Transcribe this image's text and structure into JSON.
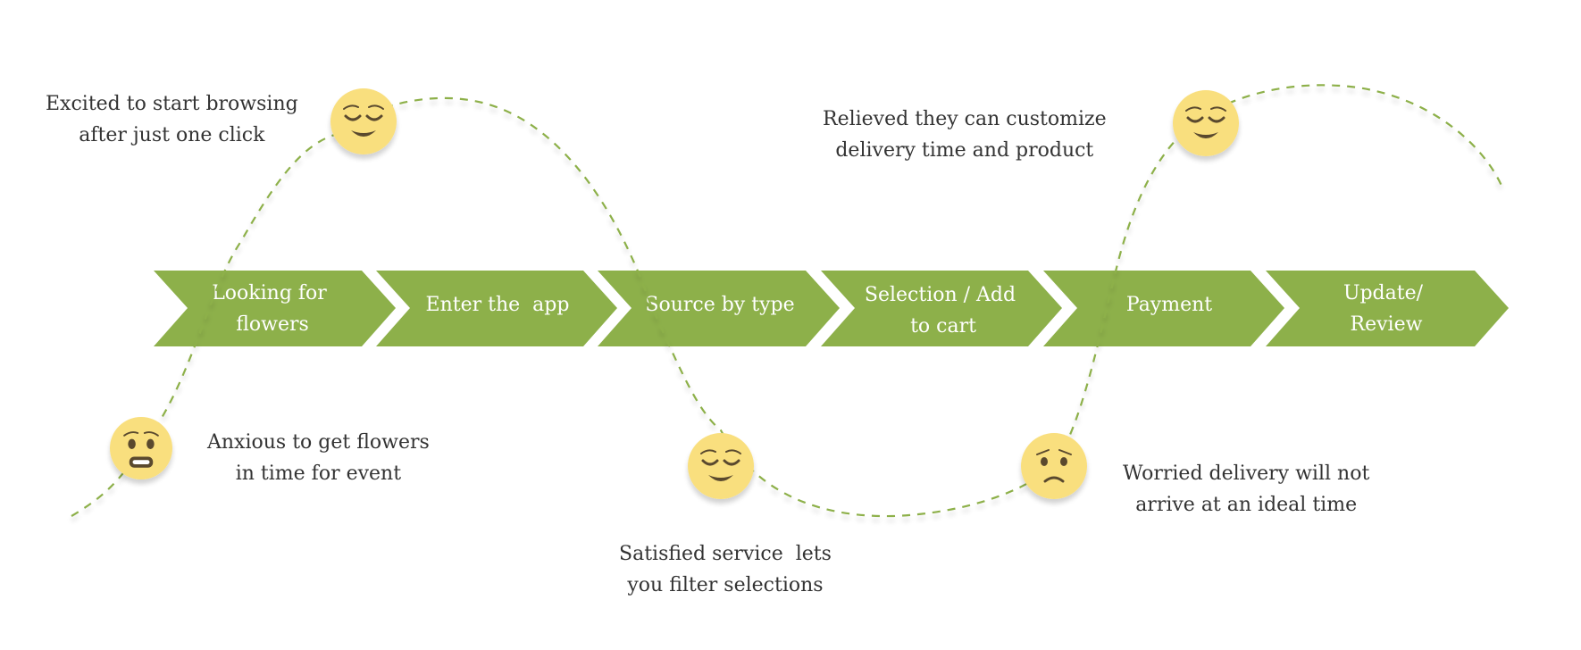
{
  "colors": {
    "arrow": "#8db04a",
    "curve": "#8db04a",
    "face": "#f9df7e",
    "feature": "#5a4a2e",
    "text": "#333333",
    "step_text": "#ffffff"
  },
  "steps": [
    {
      "label_lines": [
        "Looking for",
        "flowers"
      ]
    },
    {
      "label_lines": [
        "Enter the  app"
      ]
    },
    {
      "label_lines": [
        "Source by type"
      ]
    },
    {
      "label_lines": [
        "Selection / Add",
        "to cart"
      ]
    },
    {
      "label_lines": [
        "Payment"
      ]
    },
    {
      "label_lines": [
        "Update/",
        "Review"
      ]
    }
  ],
  "emotions": [
    {
      "face": "anxious",
      "lines": [
        "Anxious to get flowers",
        "in time for event"
      ]
    },
    {
      "face": "content",
      "lines": [
        "Excited to start browsing",
        "after just one click"
      ]
    },
    {
      "face": "content",
      "lines": [
        "Satisfied service  lets",
        "you filter selections"
      ]
    },
    {
      "face": "worried",
      "lines": [
        "Worried delivery will not",
        "arrive at an ideal time"
      ]
    },
    {
      "face": "content",
      "lines": [
        "Relieved they can customize",
        "delivery time and product"
      ]
    }
  ]
}
